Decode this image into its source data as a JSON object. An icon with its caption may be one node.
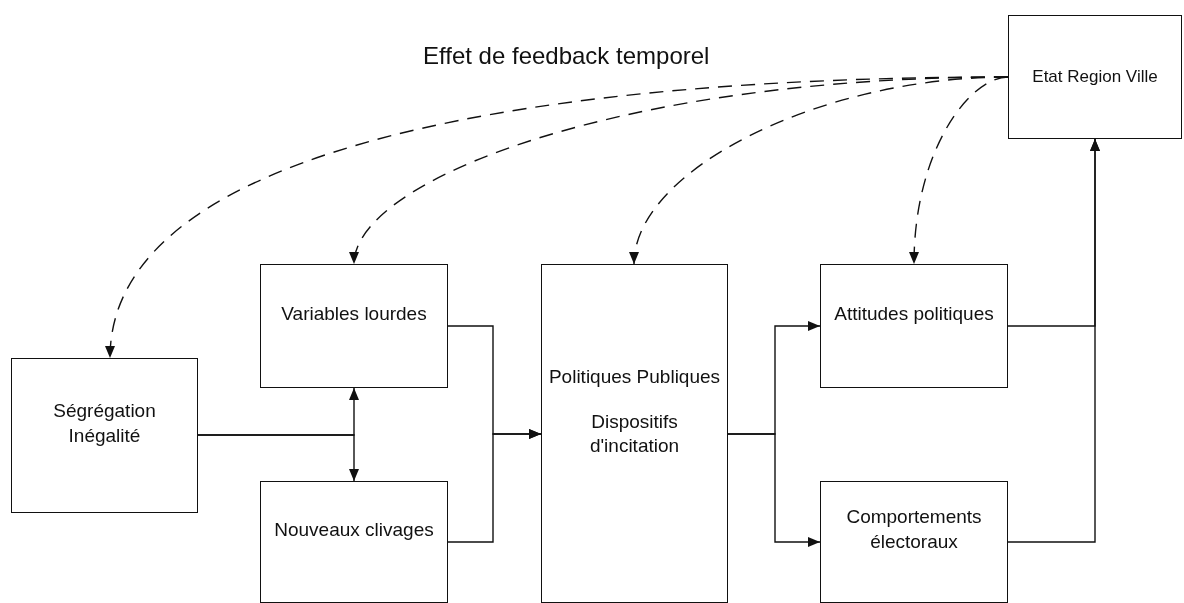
{
  "diagram": {
    "nodes": [
      {
        "text": [
          "Etat Region Ville"
        ]
      },
      {
        "text": [
          "Ségrégation Inégalité"
        ]
      },
      {
        "text": [
          "Variables lourdes"
        ]
      },
      {
        "text": [
          "Nouveaux clivages"
        ]
      },
      {
        "text": [
          "Politiques Publiques",
          "Dispositifs d'incitation"
        ]
      },
      {
        "text": [
          "Attitudes politiques"
        ]
      },
      {
        "text": [
          "Comportements électoraux"
        ]
      }
    ],
    "edges": [
      {
        "from": 0,
        "to": 1,
        "arrow": "to",
        "style": "dashed"
      },
      {
        "from": 0,
        "to": 2,
        "arrow": "to",
        "style": "dashed"
      },
      {
        "from": 0,
        "to": 4,
        "arrow": "to",
        "style": "dashed"
      },
      {
        "from": 0,
        "to": 5,
        "arrow": "to",
        "style": "dashed"
      },
      {
        "from": 1,
        "to": 2,
        "arrow": "to"
      },
      {
        "from": 1,
        "to": 3,
        "arrow": "to"
      },
      {
        "from": 2,
        "to": 4,
        "arrow": "to"
      },
      {
        "from": 3,
        "to": 4,
        "arrow": "to"
      },
      {
        "from": 4,
        "to": 5,
        "arrow": "to"
      },
      {
        "from": 4,
        "to": 6,
        "arrow": "to"
      },
      {
        "from": 5,
        "to": 0,
        "arrow": "to"
      },
      {
        "from": 6,
        "to": 0,
        "arrow": "to"
      }
    ],
    "labels": [
      "Effet de feedback temporel"
    ]
  }
}
